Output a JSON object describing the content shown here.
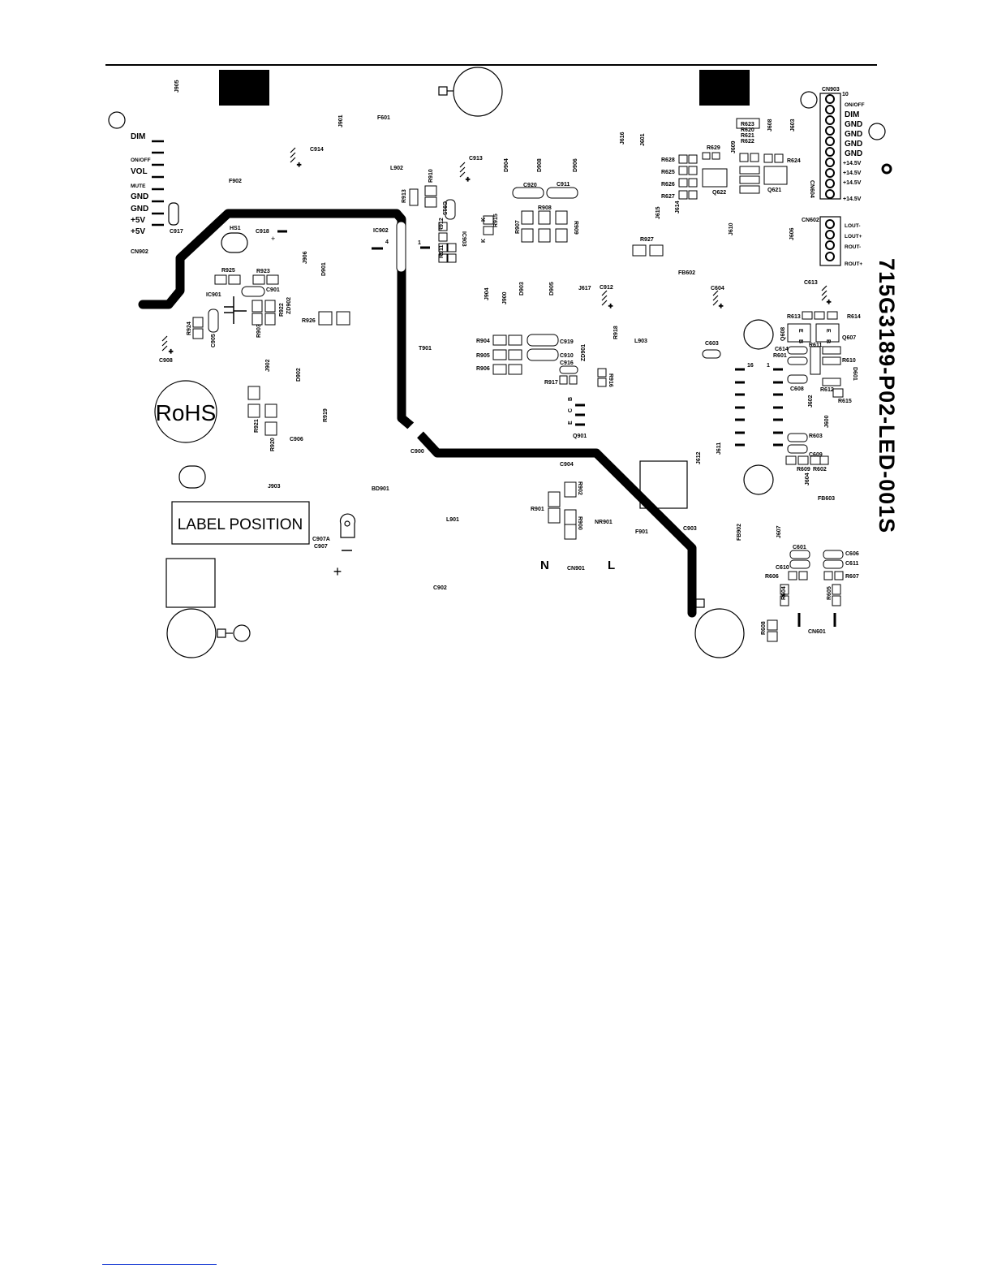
{
  "board": {
    "part_number": "715G3189-P02-LED-001S",
    "rohs": "RoHS",
    "label_position": "LABEL POSITION",
    "mains": {
      "neutral": "N",
      "line": "L",
      "connector": "CN901"
    }
  },
  "connectors": {
    "cn902": {
      "ref": "CN902",
      "pins": [
        "DIM",
        "ON/OFF",
        "VOL",
        "MUTE",
        "GND",
        "GND",
        "+5V",
        "+5V"
      ]
    },
    "cn903": {
      "ref": "CN903",
      "pin_one": "10",
      "pins": [
        "ON/OFF",
        "DIM",
        "GND",
        "GND",
        "GND",
        "GND",
        "+14.5V",
        "+14.5V",
        "+14.5V",
        "+14.5V"
      ]
    },
    "cn602": {
      "ref": "CN602",
      "pins": [
        "LOUT-",
        "LOUT+",
        "ROUT-",
        "ROUT+"
      ]
    },
    "cn601": {
      "ref": "CN601"
    }
  },
  "designators": [
    "J905",
    "J901",
    "F601",
    "C914",
    "L902",
    "C913",
    "D904",
    "D908",
    "D906",
    "J616",
    "J601",
    "R623",
    "R620",
    "R621",
    "R622",
    "J608",
    "J603",
    "R628",
    "R629",
    "J609",
    "R625",
    "R626",
    "R627",
    "Q622",
    "Q621",
    "R624",
    "CN604",
    "F902",
    "R910",
    "R913",
    "C915",
    "C920",
    "C911",
    "R908",
    "R907",
    "R909",
    "R915",
    "IC903",
    "R912",
    "R911",
    "C917",
    "HS1",
    "C918",
    "IC902",
    "J615",
    "J614",
    "J610",
    "J606",
    "R927",
    "FB602",
    "J906",
    "D901",
    "R925",
    "R923",
    "C901",
    "IC901",
    "ZD902",
    "R922",
    "R903",
    "C905",
    "R924",
    "R926",
    "J904",
    "J900",
    "D903",
    "D905",
    "J617",
    "C912",
    "C604",
    "C613",
    "R613",
    "R614",
    "Q608",
    "Q607",
    "R904",
    "C919",
    "R918",
    "L903",
    "C603",
    "C614",
    "R601",
    "R611",
    "R610",
    "D601",
    "T901",
    "R905",
    "C910",
    "C916",
    "ZD901",
    "R906",
    "R917",
    "R916",
    "C908",
    "J902",
    "D902",
    "C608",
    "R612",
    "R615",
    "J602",
    "J600",
    "R921",
    "R919",
    "R920",
    "C906",
    "Q901",
    "C900",
    "R603",
    "C609",
    "R609",
    "R602",
    "J612",
    "J611",
    "J604",
    "C904",
    "J903",
    "BD901",
    "R902",
    "R901",
    "R900",
    "L901",
    "NR901",
    "F901",
    "C903",
    "FB603",
    "C907A",
    "C907",
    "FB902",
    "J607",
    "C601",
    "C606",
    "C611",
    "C610",
    "R607",
    "R606",
    "R604",
    "R605",
    "C902",
    "R608"
  ],
  "pin_numbers": [
    "1",
    "4",
    "16",
    "1"
  ],
  "transistor_pins": [
    "E",
    "C",
    "B"
  ],
  "diode_pins": [
    "K",
    "K"
  ],
  "small_pins": [
    "B",
    "E",
    "B",
    "E"
  ]
}
